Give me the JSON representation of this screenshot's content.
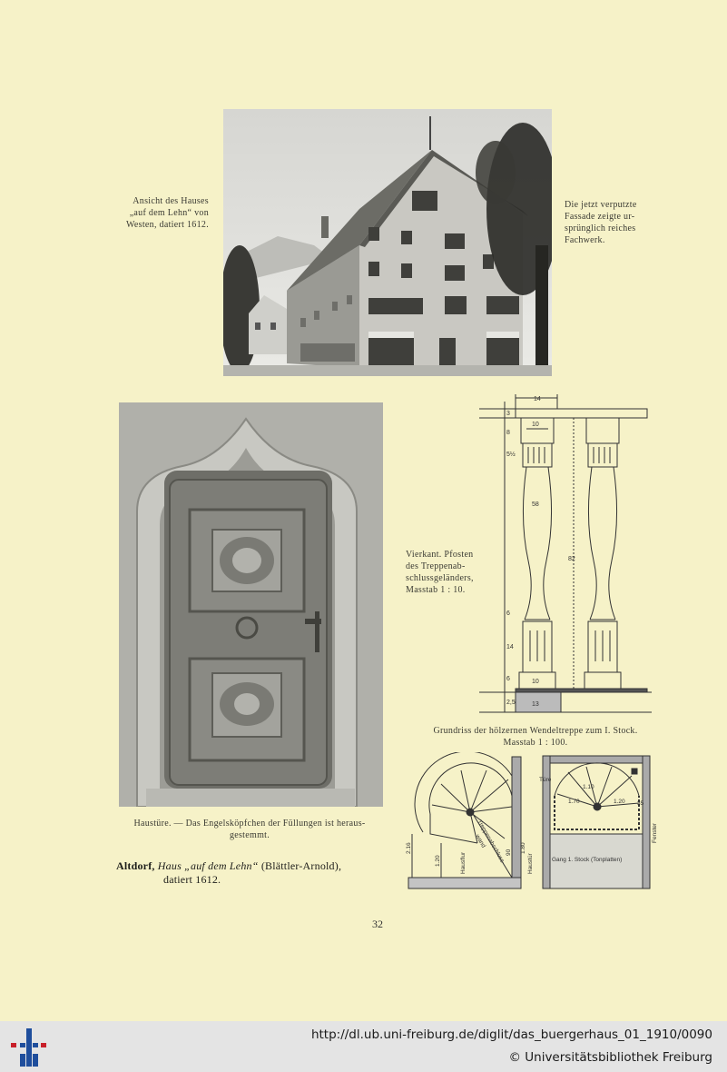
{
  "captions": {
    "house_view": [
      "Ansicht des Hauses",
      "„auf dem Lehn“ von",
      "Westen, datiert 1612."
    ],
    "facade": [
      "Die jetzt verputzte",
      "Fassade zeigte ur-",
      "sprünglich reiches",
      "Fachwerk."
    ],
    "post": [
      "Vierkant. Pfosten",
      "des    Treppenab-",
      "schlussgeländers,",
      "Masstab 1 : 10."
    ],
    "plan": [
      "Grundriss der hölzernen Wendeltreppe zum I. Stock.",
      "Masstab 1 : 100."
    ],
    "door": [
      "Haustüre. — Das Engelsköpfchen der Füllungen ist heraus-",
      "gestemmt."
    ]
  },
  "title": {
    "place": "Altdorf,",
    "house": "Haus „auf dem Lehn“",
    "owner": "(Blättler-Arnold),",
    "date": "datiert 1612."
  },
  "page_number": "32",
  "drawing_labels": {
    "top_width": "14",
    "dims": [
      "3",
      "8",
      "5½",
      "10",
      "58",
      "82",
      "6",
      "14",
      "6",
      "10",
      "2,5",
      "13"
    ],
    "plan_left": [
      "Treppenabschluss-",
      "wand",
      "Hausflur",
      "2.16",
      "1.20",
      "Haustür",
      "90",
      "1.80"
    ],
    "plan_right": [
      "Türe",
      "Fenster",
      "Gang 1. Stock (Tonplatten)",
      "1.70",
      "1.20",
      "35",
      "1.10"
    ]
  },
  "footer": {
    "url": "http://dl.ub.uni-freiburg.de/diglit/das_buergerhaus_01_1910/0090",
    "copyright": "© Universitätsbibliothek Freiburg"
  },
  "colors": {
    "paper": "#f6f2c8",
    "footer": "#e4e4e4",
    "logo_blue": "#1f4e9c",
    "logo_red": "#c8202a"
  }
}
